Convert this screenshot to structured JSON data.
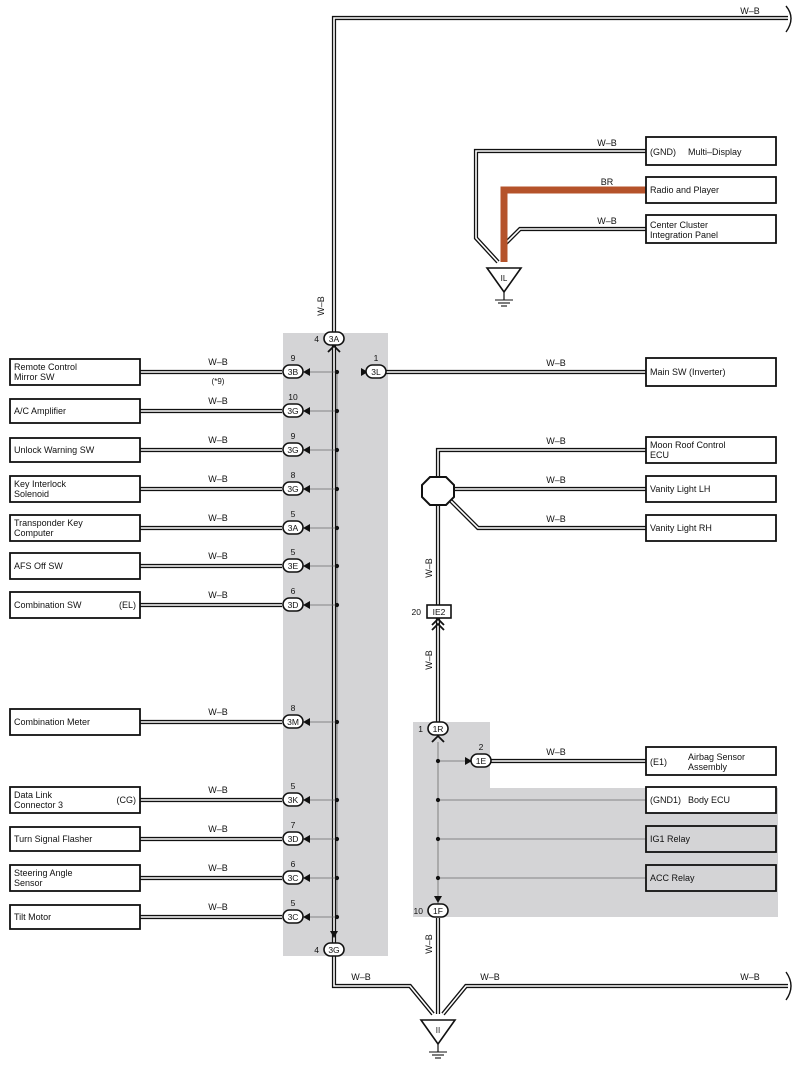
{
  "wire_label": "W–B",
  "br_label": "BR",
  "note_label": "(*9)",
  "ground_labels": {
    "il": "IL",
    "ii": "II"
  },
  "junction_label": "IE2",
  "junction_pin": "20",
  "colors": {
    "wire": "#111111",
    "br": "#b5532b",
    "shade": "#d4d4d6",
    "box_fill": "#ffffff",
    "relay_fill": "#d4d4d6"
  },
  "left_components": [
    {
      "lines": [
        "Remote Control",
        "Mirror SW"
      ],
      "code": "",
      "pin": "9",
      "conn": "3B",
      "note": "(*9)"
    },
    {
      "lines": [
        "A/C Amplifier"
      ],
      "code": "",
      "pin": "10",
      "conn": "3G"
    },
    {
      "lines": [
        "Unlock Warning SW"
      ],
      "code": "",
      "pin": "9",
      "conn": "3G"
    },
    {
      "lines": [
        "Key Interlock",
        "Solenoid"
      ],
      "code": "",
      "pin": "8",
      "conn": "3G"
    },
    {
      "lines": [
        "Transponder Key",
        "Computer"
      ],
      "code": "",
      "pin": "5",
      "conn": "3A"
    },
    {
      "lines": [
        "AFS Off SW"
      ],
      "code": "",
      "pin": "5",
      "conn": "3E"
    },
    {
      "lines": [
        "Combination SW"
      ],
      "code": "(EL)",
      "pin": "6",
      "conn": "3D"
    },
    {
      "lines": [
        "Combination Meter"
      ],
      "code": "",
      "pin": "8",
      "conn": "3M"
    },
    {
      "lines": [
        "Data Link",
        "Connector 3"
      ],
      "code": "(CG)",
      "pin": "5",
      "conn": "3K"
    },
    {
      "lines": [
        "Turn Signal Flasher"
      ],
      "code": "",
      "pin": "7",
      "conn": "3D"
    },
    {
      "lines": [
        "Steering Angle",
        "Sensor"
      ],
      "code": "",
      "pin": "6",
      "conn": "3C"
    },
    {
      "lines": [
        "Tilt Motor"
      ],
      "code": "",
      "pin": "5",
      "conn": "3C"
    }
  ],
  "top_connector": {
    "pin": "4",
    "conn": "3A"
  },
  "bottom_connector": {
    "pin": "4",
    "conn": "3G"
  },
  "right_3l": {
    "pin": "1",
    "conn": "3L",
    "component": "Main SW (Inverter)"
  },
  "top_right_components": [
    {
      "code": "(GND)",
      "name": "Multi–Display"
    },
    {
      "code": "",
      "name": "Radio and Player"
    },
    {
      "code": "",
      "name": "Center Cluster",
      "name2": "Integration Panel"
    }
  ],
  "mid_right_components": [
    {
      "lines": [
        "Moon Roof Control",
        "ECU"
      ]
    },
    {
      "lines": [
        "Vanity Light LH"
      ]
    },
    {
      "lines": [
        "Vanity Light RH"
      ]
    }
  ],
  "lower_right": {
    "conn_1r": {
      "pin": "1",
      "conn": "1R"
    },
    "conn_1e": {
      "pin": "2",
      "conn": "1E"
    },
    "conn_1f": {
      "pin": "10",
      "conn": "1F"
    },
    "components": [
      {
        "code": "(E1)",
        "lines": [
          "Airbag Sensor",
          "Assembly"
        ]
      },
      {
        "code": "(GND1)",
        "lines": [
          "Body ECU"
        ]
      },
      {
        "code": "",
        "lines": [
          "IG1 Relay"
        ]
      },
      {
        "code": "",
        "lines": [
          "ACC Relay"
        ]
      }
    ]
  }
}
